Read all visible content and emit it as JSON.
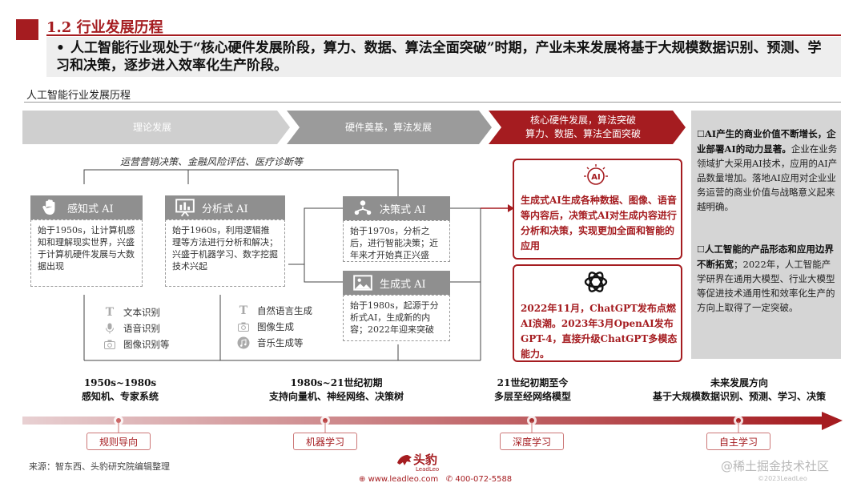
{
  "header": {
    "title": "1.2 行业发展历程",
    "intro": "人工智能行业现处于“核心硬件发展阶段，算力、数据、算法全面突破”时期，产业未来发展将基于大规模数据识别、预测、学习和决策，逐步进入效率化生产阶段。"
  },
  "chart_title": "人工智能行业发展历程",
  "phases": [
    {
      "label": "理论发展"
    },
    {
      "label": "硬件奠基，算法发展"
    },
    {
      "label_line1": "核心硬件发展，算法突破",
      "label_line2": "算力、数据、算法全面突破"
    }
  ],
  "applications_note": "运营营销决策、金融风险评估、医疗诊断等",
  "cards": {
    "perceptive": {
      "title": "感知式 AI",
      "body": "始于1950s，让计算机感知和理解现实世界，兴盛于计算机硬件发展与大数据出现"
    },
    "analytic": {
      "title": "分析式 AI",
      "body": "始于1960s，利用逻辑推理等方法进行分析和解决；兴盛于机器学习、数字挖掘技术兴起"
    },
    "decision": {
      "title": "决策式 AI",
      "body": "始于1970s，分析之后，进行智能决策；近年来才开始真正兴盛"
    },
    "generative": {
      "title": "生成式 AI",
      "body": "始于1980s，起源于分析式AI，生成新的内容；2022年迎来突破"
    }
  },
  "perceptive_items": [
    "文本识别",
    "语音识别",
    "图像识别等"
  ],
  "analytic_items": [
    "自然语言生成",
    "图像生成",
    "音乐生成等"
  ],
  "red_boxes": {
    "ai_box": "生成式AI生成各种数据、图像、语音等内容后，决策式AI对生成内容进行分析和决策，实现更加全面和智能的应用",
    "gpt_box": "2022年11月，ChatGPT发布点燃AI浪潮。2023年3月OpenAI发布GPT-4，直接升级ChatGPT多模态能力。"
  },
  "right_panel": {
    "p1_bold": "AI产生的商业价值不断增长，企业部署AI的动力显著。",
    "p1_text": "企业在业务领域扩大采用AI技术，应用的AI产品数量增加。落地AI应用对企业业务运营的商业价值与战略意义起来越明确。",
    "p2_bold": "人工智能的产品形态和应用边界不断拓宽",
    "p2_text": "；2022年，人工智能产学研界在通用大模型、行业大模型等促进技术通用性和效率化生产的方向上取得了一定突破。"
  },
  "timeline": {
    "eras": [
      {
        "period": "1950s~1980s",
        "desc": "感知机、专家系统",
        "stage": "规则导向"
      },
      {
        "period": "1980s~21世纪初期",
        "desc": "支持向量机、神经网络、决策树",
        "stage": "机器学习"
      },
      {
        "period": "21世纪初期至今",
        "desc": "多层至经网络模型",
        "stage": "深度学习"
      },
      {
        "period": "未来发展方向",
        "desc": "基于大规模数据识别、预测、学习、决策",
        "stage": "自主学习"
      }
    ]
  },
  "footer": {
    "source": "来源：智东西、头豹研究院编辑整理",
    "logo": "头豹",
    "logo_sub": "LeadLeo",
    "website": "www.leadleo.com",
    "phone": "400-072-5588",
    "watermark": "@稀土掘金技术社区",
    "copyright": "©2023LeadLeo"
  },
  "colors": {
    "brand_red": "#a51c20",
    "grey": "#8f8f8f"
  }
}
